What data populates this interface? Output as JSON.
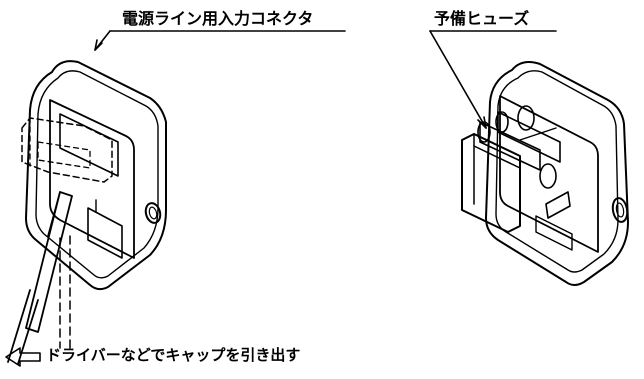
{
  "labels": {
    "connector": "電源ライン用入力コネクタ",
    "spare_fuse": "予備ヒューズ",
    "instruction": "ドライバーなどでキャップを引き出す"
  },
  "icons": {
    "arrow": "hollow-left-arrow-icon"
  },
  "colors": {
    "ink": "#000000",
    "paper": "#ffffff"
  }
}
